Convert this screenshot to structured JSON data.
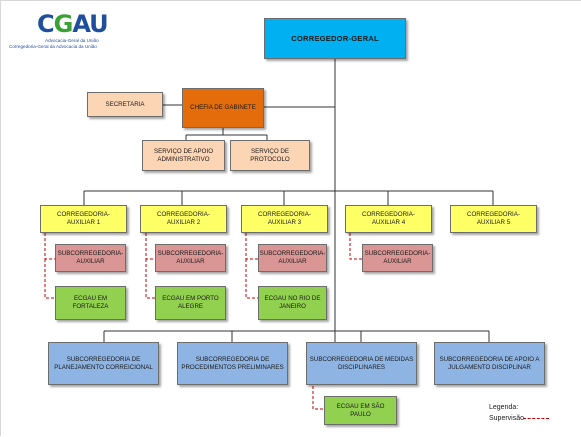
{
  "logo": {
    "mark_letters": [
      "C",
      "G",
      "AU"
    ],
    "line1": "Advocacia-Geral da União",
    "line2": "Corregedoria-Geral da Advocacia da União",
    "colors": {
      "blue": "#1f4e9c",
      "green": "#3aa235"
    }
  },
  "org": {
    "top": "CORREGEDOR-GERAL",
    "chefia": "CHEFIA DE GABINETE",
    "secretaria": "SECRETARIA",
    "apoio_adm": "SERVIÇO DE APOIO ADMINISTRATIVO",
    "protocolo": "SERVIÇO DE PROTOCOLO",
    "auxiliares": [
      "CORREGEDORIA-AUXILIAR 1",
      "CORREGEDORIA-AUXILIAR 2",
      "CORREGEDORIA-AUXILIAR 3",
      "CORREGEDORIA-AUXILIAR 4",
      "CORREGEDORIA-AUXILIAR 5"
    ],
    "sub_auxiliares": [
      "SUBCORREGEDORIA-AUXILIAR",
      "SUBCORREGEDORIA-AUXILIAR",
      "SUBCORREGEDORIA-AUXILIAR",
      "SUBCORREGEDORIA-AUXILIAR"
    ],
    "ecgau_regional": [
      "ECGAU EM FORTALEZA",
      "ECGAU EM PORTO ALEGRE",
      "ECGAU NO RIO DE JANEIRO"
    ],
    "subcorregedorias": [
      "SUBCORREGEDORIA DE PLANEJAMENTO CORREICIONAL",
      "SUBCORREGEDORIA DE PROCEDIMENTOS PRELIMINARES",
      "SUBCORREGEDORIA DE MEDIDAS DISCIPLINARES",
      "SUBCORREGEDORIA DE APOIO A JULGAMENTO DISCIPLINAR"
    ],
    "ecgau_sp": "ECGAU EM SÃO PAULO"
  },
  "legend": {
    "title": "Legenda:",
    "supervision_label": "Supervisão"
  },
  "colors": {
    "corregedor": "#00b0f0",
    "chefia": "#e46c0a",
    "apoio": "#fcd5b5",
    "auxiliar": "#ffff66",
    "subauxiliar": "#d99694",
    "ecgau": "#92d050",
    "subcorregedoria": "#8eb4e3",
    "supervision_line": "#c00000"
  }
}
